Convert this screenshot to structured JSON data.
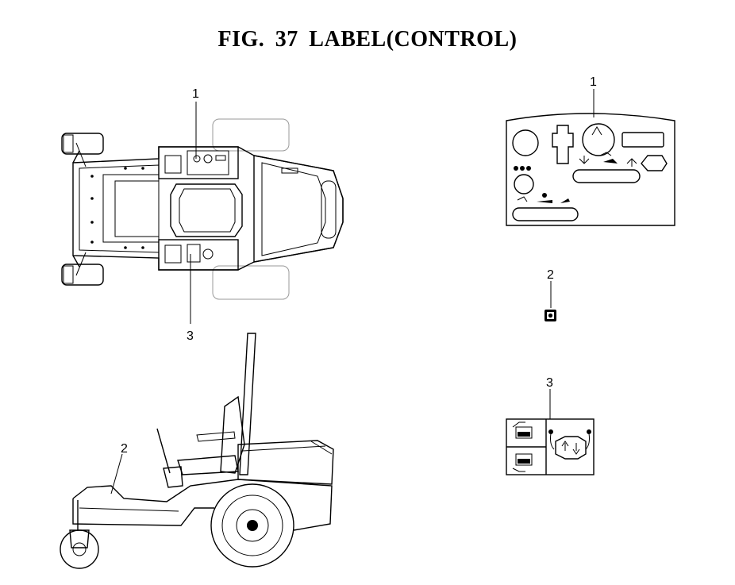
{
  "figure": {
    "title": "FIG. 37  LABEL(CONTROL)"
  },
  "callouts": {
    "top_view_label": "1",
    "top_view_seat_label": "3",
    "side_view_label": "2",
    "part_1": "1",
    "part_2": "2",
    "part_3": "3"
  },
  "colors": {
    "line": "#000000",
    "ghost_line": "#999999",
    "background": "#ffffff"
  }
}
